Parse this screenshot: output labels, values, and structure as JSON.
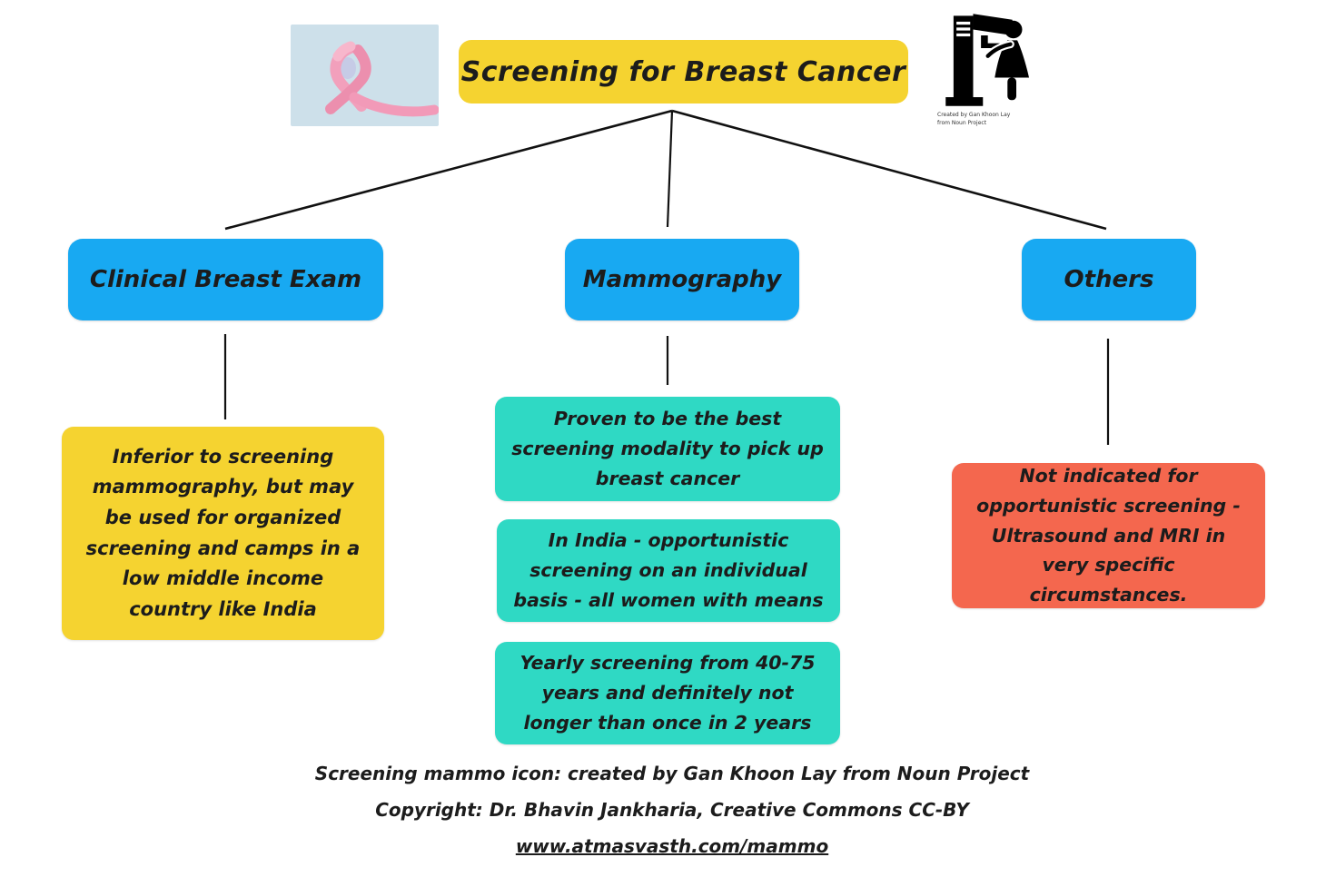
{
  "title": "Screening for Breast Cancer",
  "nodes": [
    {
      "label": "Clinical Breast Exam",
      "children": [
        "Inferior to screening mammography, but may be used for organized screening and camps in a low middle income country like India"
      ]
    },
    {
      "label": "Mammography",
      "children": [
        "Proven to be the best screening modality to pick up breast cancer",
        "In India - opportunistic screening on an individual basis - all women with means",
        "Yearly screening from 40-75 years and definitely not longer than once in 2 years"
      ]
    },
    {
      "label": "Others",
      "children": [
        "Not indicated for opportunistic screening - Ultrasound and MRI in very specific circumstances."
      ]
    }
  ],
  "icons": {
    "ribbon_photo": "pink-awareness-ribbon-photo",
    "mammo_machine": "mammography-machine-with-patient-icon",
    "credit_line1": "Created by Gan Khoon Lay",
    "credit_line2": "from Noun Project"
  },
  "footer": {
    "line1": "Screening mammo icon: created by Gan Khoon Lay from Noun Project",
    "line2": "Copyright: Dr. Bhavin Jankharia, Creative Commons CC-BY",
    "link": "www.atmasvasth.com/mammo"
  },
  "colors": {
    "title_yellow": "#F5D330",
    "node_blue": "#18A9F2",
    "detail_yellow": "#F5D330",
    "detail_teal": "#2FD9C4",
    "detail_coral": "#F4674E",
    "line_black": "#111111",
    "photo_bg_blue": "#CDE0EA",
    "ribbon_pink": "#F2A0BC"
  }
}
